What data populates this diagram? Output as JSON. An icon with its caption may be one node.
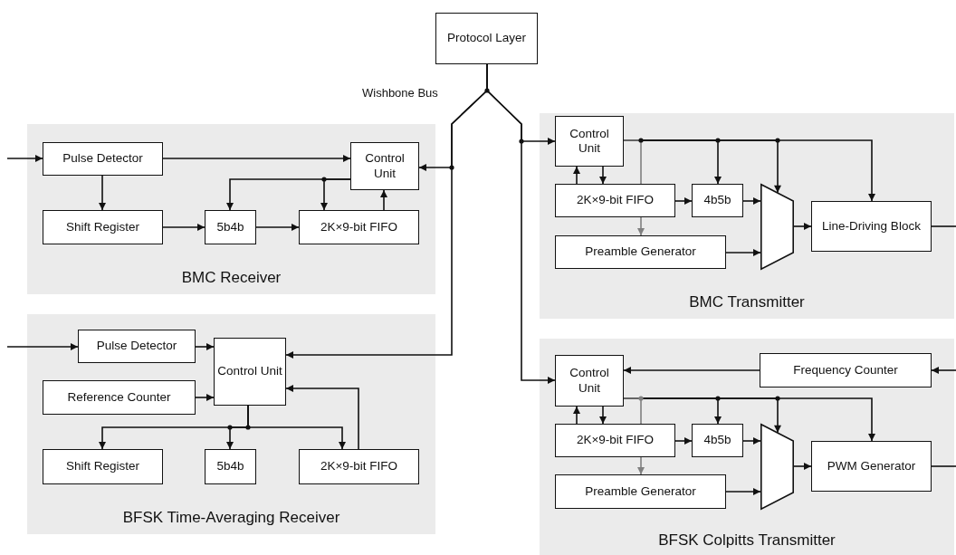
{
  "diagram": {
    "nodes": [
      {
        "text": [
          "Protocol Layer"
        ]
      },
      {
        "text": [
          "BMC Receiver"
        ]
      },
      {
        "text": [
          "Pulse Detector"
        ],
        "in": 1
      },
      {
        "text": [
          "Control Unit"
        ],
        "in": 1
      },
      {
        "text": [
          "Shift Register"
        ],
        "in": 1
      },
      {
        "text": [
          "5b4b"
        ],
        "in": 1
      },
      {
        "text": [
          "2K×9-bit FIFO"
        ],
        "in": 1
      },
      {
        "text": [
          "BFSK Time-Averaging Receiver"
        ]
      },
      {
        "text": [
          "Pulse Detector"
        ],
        "in": 7
      },
      {
        "text": [
          "Control Unit"
        ],
        "in": 7
      },
      {
        "text": [
          "Reference Counter"
        ],
        "in": 7
      },
      {
        "text": [
          "Shift Register"
        ],
        "in": 7
      },
      {
        "text": [
          "5b4b"
        ],
        "in": 7
      },
      {
        "text": [
          "2K×9-bit FIFO"
        ],
        "in": 7
      },
      {
        "text": [
          "BMC Transmitter"
        ]
      },
      {
        "text": [
          "Control Unit"
        ],
        "in": 14
      },
      {
        "text": [
          "2K×9-bit FIFO"
        ],
        "in": 14
      },
      {
        "text": [
          "4b5b"
        ],
        "in": 14
      },
      {
        "text": [
          "Preamble Generator"
        ],
        "in": 14
      },
      {
        "text": [],
        "shape": "trapezoid",
        "in": 14
      },
      {
        "text": [
          "Line-Driving Block"
        ],
        "in": 14
      },
      {
        "text": [
          "BFSK Colpitts Transmitter"
        ]
      },
      {
        "text": [
          "Control Unit"
        ],
        "in": 21
      },
      {
        "text": [
          "Frequency Counter"
        ],
        "in": 21
      },
      {
        "text": [
          "2K×9-bit FIFO"
        ],
        "in": 21
      },
      {
        "text": [
          "4b5b"
        ],
        "in": 21
      },
      {
        "text": [
          "Preamble Generator"
        ],
        "in": 21
      },
      {
        "text": [],
        "shape": "trapezoid",
        "in": 21
      },
      {
        "text": [
          "PWM Generator"
        ],
        "in": 21
      }
    ],
    "edges": [
      {
        "from": 0,
        "to": 3,
        "arrow": "to"
      },
      {
        "from": 0,
        "to": 9,
        "arrow": "to"
      },
      {
        "from": 0,
        "to": 15,
        "arrow": "to"
      },
      {
        "from": 0,
        "to": 22,
        "arrow": "to"
      },
      {
        "from": null,
        "to": 2,
        "arrow": "to"
      },
      {
        "from": 2,
        "to": 3,
        "arrow": "to"
      },
      {
        "from": 2,
        "to": 4,
        "arrow": "to"
      },
      {
        "from": 4,
        "to": 5,
        "arrow": "to"
      },
      {
        "from": 5,
        "to": 6,
        "arrow": "to"
      },
      {
        "from": 3,
        "to": 5,
        "arrow": "to"
      },
      {
        "from": 3,
        "to": 6,
        "arrow": "to"
      },
      {
        "from": 6,
        "to": 3,
        "arrow": "to"
      },
      {
        "from": null,
        "to": 8,
        "arrow": "to"
      },
      {
        "from": 8,
        "to": 9,
        "arrow": "to"
      },
      {
        "from": 10,
        "to": 9,
        "arrow": "to"
      },
      {
        "from": 9,
        "to": 11,
        "arrow": "to"
      },
      {
        "from": 9,
        "to": 12,
        "arrow": "to"
      },
      {
        "from": 9,
        "to": 13,
        "arrow": "to"
      },
      {
        "from": 13,
        "to": 9,
        "arrow": "to"
      },
      {
        "from": 15,
        "to": 16,
        "arrow": "to"
      },
      {
        "from": 16,
        "to": 15,
        "arrow": "to"
      },
      {
        "from": 16,
        "to": 18,
        "arrow": "to",
        "color": "#808080"
      },
      {
        "from": 15,
        "to": 17,
        "arrow": "to"
      },
      {
        "from": 15,
        "to": 19,
        "arrow": "to"
      },
      {
        "from": 15,
        "to": 20,
        "arrow": "to"
      },
      {
        "from": 16,
        "to": 17,
        "arrow": "to"
      },
      {
        "from": 17,
        "to": 19,
        "arrow": "to"
      },
      {
        "from": 18,
        "to": 19,
        "arrow": "to"
      },
      {
        "from": 19,
        "to": 20,
        "arrow": "to"
      },
      {
        "from": 20,
        "to": null,
        "arrow": "none"
      },
      {
        "from": null,
        "to": 23,
        "arrow": "to"
      },
      {
        "from": 23,
        "to": 22,
        "arrow": "to"
      },
      {
        "from": 22,
        "to": 24,
        "arrow": "to"
      },
      {
        "from": 24,
        "to": 22,
        "arrow": "to"
      },
      {
        "from": 24,
        "to": 26,
        "arrow": "to",
        "color": "#808080"
      },
      {
        "from": 22,
        "to": 25,
        "arrow": "to"
      },
      {
        "from": 22,
        "to": 27,
        "arrow": "to"
      },
      {
        "from": 22,
        "to": 28,
        "arrow": "to"
      },
      {
        "from": 24,
        "to": 25,
        "arrow": "to"
      },
      {
        "from": 25,
        "to": 27,
        "arrow": "to"
      },
      {
        "from": 26,
        "to": 27,
        "arrow": "to"
      },
      {
        "from": 27,
        "to": 28,
        "arrow": "to"
      },
      {
        "from": 28,
        "to": null,
        "arrow": "none"
      },
      {
        "from": 15,
        "to": 16,
        "arrow": "none",
        "color": "#808080"
      },
      {
        "from": 22,
        "to": 24,
        "arrow": "none",
        "color": "#808080"
      }
    ],
    "labels": [
      "Wishbone Bus"
    ]
  }
}
